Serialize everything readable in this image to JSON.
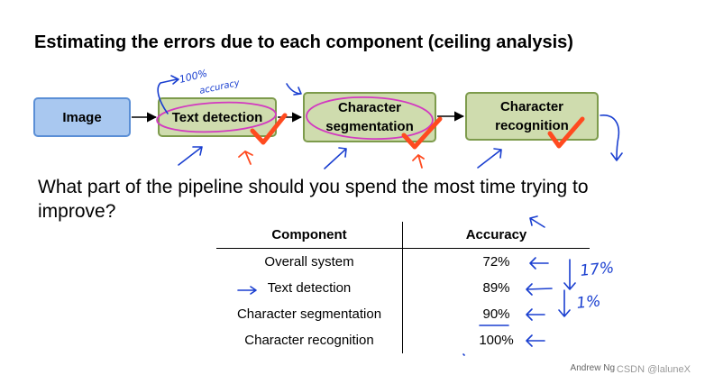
{
  "slide": {
    "title": "Estimating the errors due to each component (ceiling analysis)",
    "pipeline": {
      "boxes": [
        {
          "line1": "Image",
          "line2": ""
        },
        {
          "line1": "Text detection",
          "line2": ""
        },
        {
          "line1": "Character",
          "line2": "segmentation"
        },
        {
          "line1": "Character",
          "line2": "recognition"
        }
      ]
    },
    "question": "What part of the pipeline should you spend the most time trying to improve?",
    "table": {
      "headers": [
        "Component",
        "Accuracy"
      ],
      "rows": [
        {
          "component": "Overall system",
          "accuracy": "72%"
        },
        {
          "component": "Text detection",
          "accuracy": "89%"
        },
        {
          "component": "Character segmentation",
          "accuracy": "90%"
        },
        {
          "component": "Character recognition",
          "accuracy": "100%"
        }
      ]
    },
    "annotations": {
      "accuracy_note": "100%\naccuracy",
      "gap1": "17%",
      "gap2": "1%"
    },
    "author_credit": "Andrew Ng",
    "watermark": "CSDN @laluneX"
  },
  "colors": {
    "image_box_fill": "#a9c8f0",
    "component_box_fill": "#cfdcae",
    "pen_blue": "#1a3fd0",
    "pen_magenta": "#d23ac0",
    "check_red": "#ff4a1f"
  }
}
